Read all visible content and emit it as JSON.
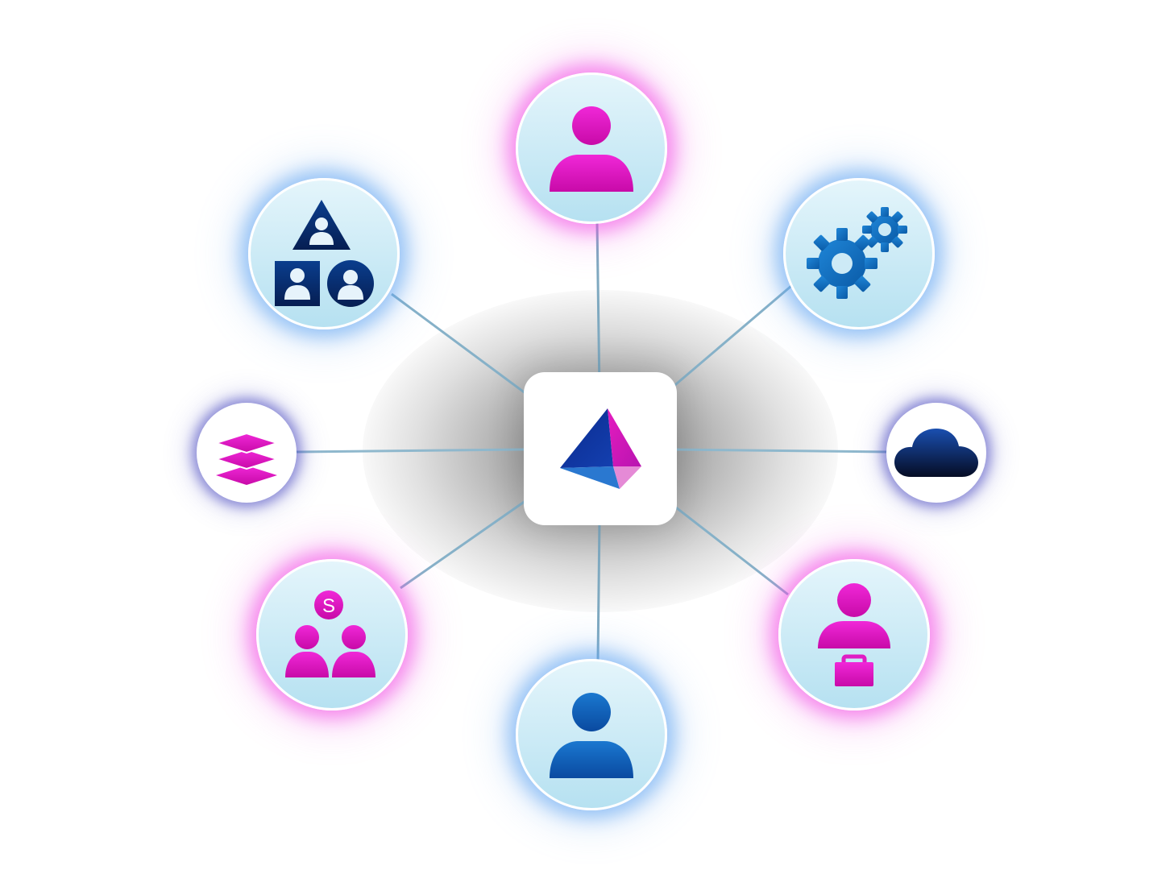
{
  "diagram": {
    "hub": {
      "icon": "tetrahedron-logo-icon"
    },
    "nodes": [
      {
        "id": "top",
        "icon": "user-icon",
        "glow": "pink"
      },
      {
        "id": "top-right",
        "icon": "gears-icon",
        "glow": "blue"
      },
      {
        "id": "right",
        "icon": "cloud-icon",
        "glow": "navy"
      },
      {
        "id": "bottom-right",
        "icon": "user-briefcase-icon",
        "glow": "pink"
      },
      {
        "id": "bottom",
        "icon": "user-icon",
        "glow": "blue"
      },
      {
        "id": "bottom-left",
        "icon": "group-s-badge-icon",
        "glow": "pink",
        "badge_text": "S"
      },
      {
        "id": "left",
        "icon": "layers-icon",
        "glow": "navy"
      },
      {
        "id": "top-left",
        "icon": "org-shapes-users-icon",
        "glow": "blue"
      }
    ],
    "colors": {
      "magenta": "#e20fc0",
      "blue": "#0b5fb0",
      "navy": "#0b2a6f",
      "node_fill_top": "#e4f5fb",
      "node_fill_bottom": "#b6e1f1",
      "connector": "#7aa6bd"
    }
  }
}
